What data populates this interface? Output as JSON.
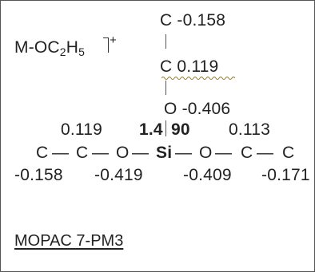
{
  "header": {
    "formula_prefix": "M-OC",
    "formula_sub1": "2",
    "formula_mid": "H",
    "formula_sub2": "5",
    "charge": "+"
  },
  "top_chain": {
    "c_top_label": "C -0.158",
    "c_mid_label": "C",
    "c_mid_charge": "0.119",
    "o_label": "O -0.406"
  },
  "middle": {
    "left_upper": "0.119",
    "si_bond_left": "1.4",
    "si_bond_right": "90",
    "right_upper": "0.113",
    "chain_left_1": "C",
    "dash_1": "—",
    "chain_left_2": "C",
    "dash_2": "—",
    "chain_left_3": "O",
    "dash_3": "—",
    "si": "Si",
    "dash_4": "—",
    "chain_right_1": "O",
    "dash_5": "—",
    "chain_right_2": "C",
    "dash_6": "—",
    "chain_right_3": "C"
  },
  "charges": {
    "c1": "-0.158",
    "o_left": "-0.419",
    "o_right": "-0.409",
    "c_end": "-0.171"
  },
  "footer": {
    "method": "MOPAC 7-PM3"
  }
}
